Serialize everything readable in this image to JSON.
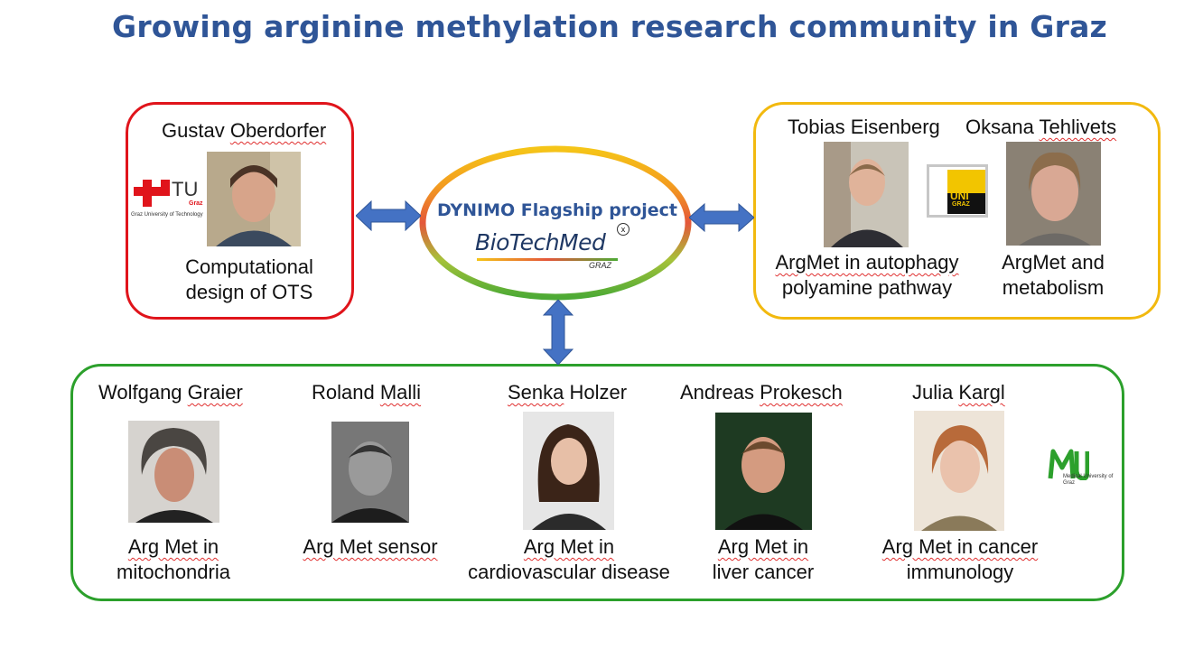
{
  "title": "Growing arginine methylation research community in Graz",
  "colors": {
    "title": "#2f5597",
    "red_box": "#e0141b",
    "yellow_box": "#f2b90f",
    "green_box": "#2ca02c",
    "arrow": "#4472c4"
  },
  "center": {
    "heading": "DYNIMO Flagship project",
    "logo_text": "BioTechMed",
    "logo_sub": "GRAZ"
  },
  "left": {
    "logo_text": "TU",
    "logo_sub": "Graz",
    "logo_caption": "Graz University of Technology",
    "people": [
      {
        "first": "Gustav",
        "last": "Oberdorfer",
        "topic_line1": "Computational",
        "topic_line2": "design of OTS"
      }
    ]
  },
  "right": {
    "logo_text": "UNI",
    "logo_sub": "GRAZ",
    "people": [
      {
        "first": "Tobias",
        "last": "Eisenberg",
        "topic_line1": "ArgMet in autophagy",
        "topic_line2": "polyamine pathway"
      },
      {
        "first": "Oksana",
        "last": "Tehlivets",
        "topic_line1": "ArgMet and",
        "topic_line2": "metabolism"
      }
    ]
  },
  "bottom": {
    "logo_text": "MU",
    "logo_caption": "Medical University of Graz",
    "people": [
      {
        "first": "Wolfgang",
        "last": "Graier",
        "topic_line1": "Arg Met in",
        "topic_line2": "mitochondria"
      },
      {
        "first": "Roland",
        "last": "Malli",
        "topic_line1": "Arg Met sensor",
        "topic_line2": ""
      },
      {
        "first": "Senka",
        "last": "Holzer",
        "topic_line1": "Arg Met in",
        "topic_line2": "cardiovascular disease"
      },
      {
        "first": "Andreas",
        "last": "Prokesch",
        "topic_line1": "Arg Met in",
        "topic_line2": "liver cancer"
      },
      {
        "first": "Julia",
        "last": "Kargl",
        "topic_line1": "Arg Met in cancer",
        "topic_line2": "immunology"
      }
    ]
  }
}
